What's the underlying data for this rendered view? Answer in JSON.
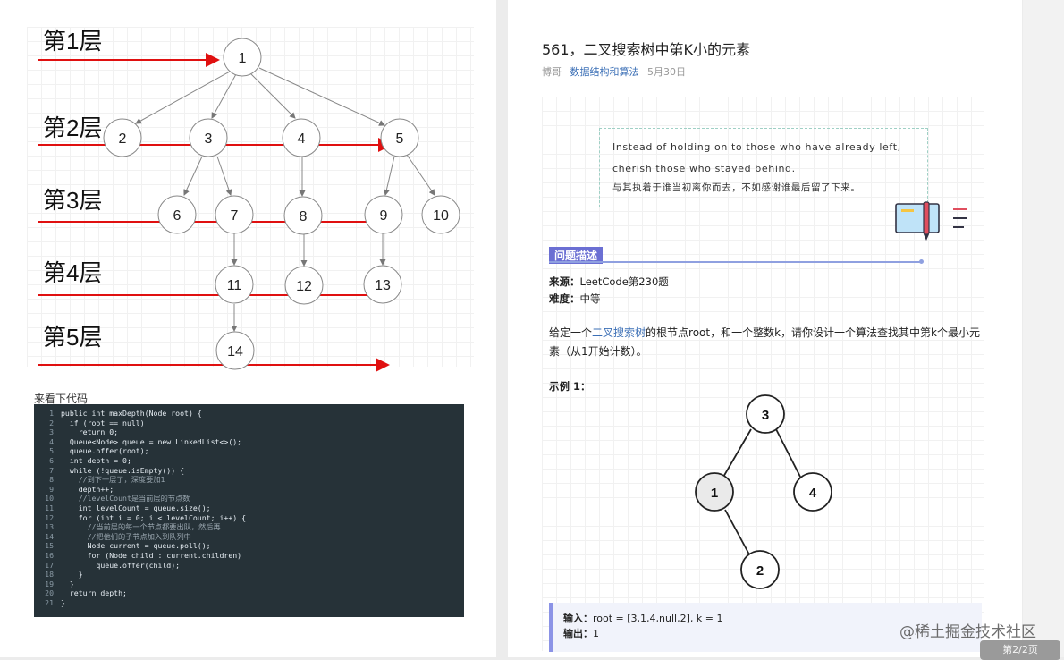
{
  "left_page": {
    "layers": [
      "第1层",
      "第2层",
      "第3层",
      "第4层",
      "第5层"
    ],
    "nodes": [
      "1",
      "2",
      "3",
      "4",
      "5",
      "6",
      "7",
      "8",
      "9",
      "10",
      "11",
      "12",
      "13",
      "14"
    ],
    "intro": "来看下代码",
    "code": [
      {
        "n": "1",
        "t": "public int maxDepth(Node root) {"
      },
      {
        "n": "2",
        "t": "  if (root == null)"
      },
      {
        "n": "3",
        "t": "    return 0;"
      },
      {
        "n": "4",
        "t": "  Queue<Node> queue = new LinkedList<>();"
      },
      {
        "n": "5",
        "t": "  queue.offer(root);"
      },
      {
        "n": "6",
        "t": "  int depth = 0;"
      },
      {
        "n": "7",
        "t": "  while (!queue.isEmpty()) {"
      },
      {
        "n": "8",
        "t": "    //到下一层了，深度要加1"
      },
      {
        "n": "9",
        "t": "    depth++;"
      },
      {
        "n": "10",
        "t": "    //levelCount是当前层的节点数"
      },
      {
        "n": "11",
        "t": "    int levelCount = queue.size();"
      },
      {
        "n": "12",
        "t": "    for (int i = 0; i < levelCount; i++) {"
      },
      {
        "n": "13",
        "t": "      //当前层的每一个节点都要出队，然后再"
      },
      {
        "n": "14",
        "t": "      //把他们的子节点加入到队列中"
      },
      {
        "n": "15",
        "t": "      Node current = queue.poll();"
      },
      {
        "n": "16",
        "t": "      for (Node child : current.children)"
      },
      {
        "n": "17",
        "t": "        queue.offer(child);"
      },
      {
        "n": "18",
        "t": "    }"
      },
      {
        "n": "19",
        "t": "  }"
      },
      {
        "n": "20",
        "t": "  return depth;"
      },
      {
        "n": "21",
        "t": "}"
      }
    ]
  },
  "right_page": {
    "title": "561，二叉搜索树中第K小的元素",
    "author": "博哥",
    "category": "数据结构和算法",
    "date": "5月30日",
    "quote_en_1": "Instead of holding on to those who have already left,",
    "quote_en_2": "cherish those who stayed behind.",
    "quote_cn": "与其执着于谁当初离你而去，不如感谢谁最后留了下来。",
    "section": "问题描述",
    "source_label": "来源：",
    "source_value": "LeetCode第230题",
    "difficulty_label": "难度：",
    "difficulty_value": "中等",
    "desc_pre": "给定一个",
    "desc_link": "二叉搜索树",
    "desc_post": "的根节点root，和一个整数k，请你设计一个算法查找其中第k个最小元素（从1开始计数）。",
    "example_label": "示例 1：",
    "tree_nodes": [
      "3",
      "1",
      "4",
      "2"
    ],
    "input_label": "输入：",
    "input_value": "root = [3,1,4,null,2], k = 1",
    "output_label": "输出：",
    "output_value": "1"
  },
  "watermark": "@稀土掘金技术社区",
  "page_indicator": "第2/2页"
}
